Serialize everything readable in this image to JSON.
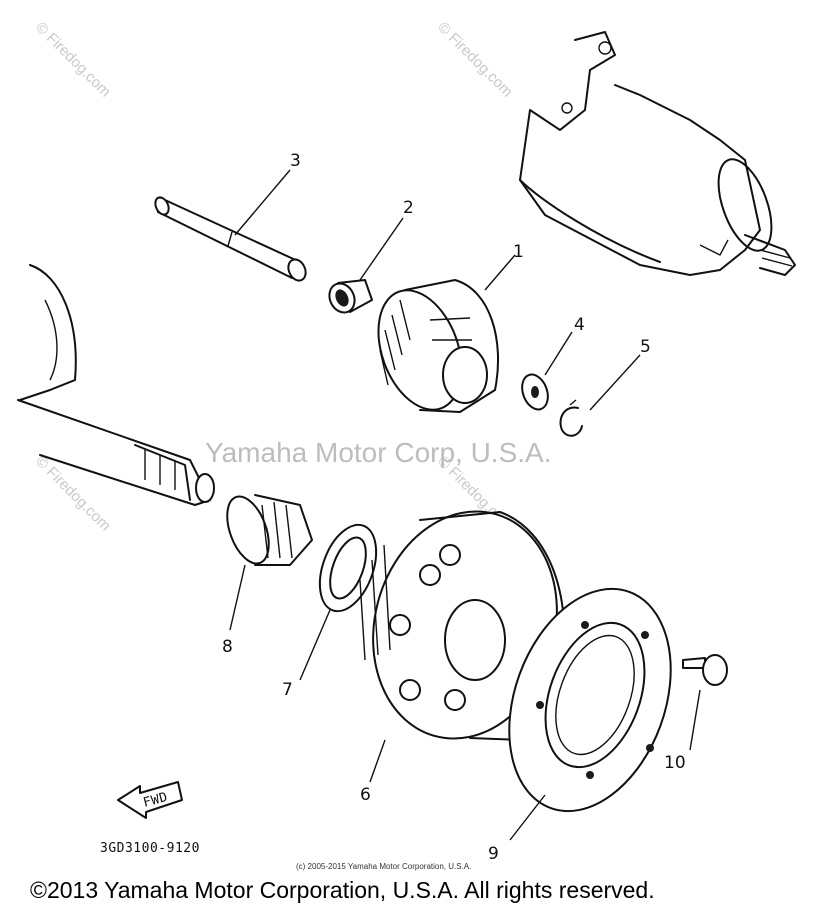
{
  "callouts": [
    "1",
    "2",
    "3",
    "4",
    "5",
    "6",
    "7",
    "8",
    "9",
    "10"
  ],
  "part_code": "3GD3100-9120",
  "fwd_label": "FWD",
  "center_watermark": "Yamaha Motor Corp, U.S.A.",
  "side_watermarks": [
    "© Firedog.com",
    "© Firedog.com",
    "© Firedog.com",
    "© Firedog.com"
  ],
  "small_copyright": "(c) 2005-2015 Yamaha Motor Corporation, U.S.A.",
  "footer_copyright": "©2013 Yamaha Motor Corporation, U.S.A. All rights reserved."
}
